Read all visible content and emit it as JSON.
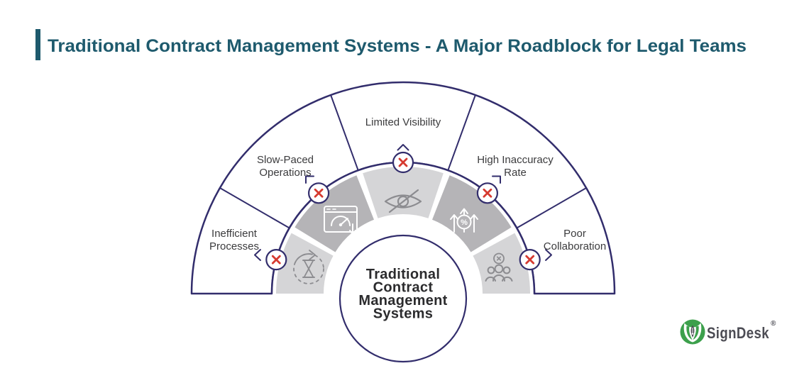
{
  "title": "Traditional Contract Management Systems - A Major Roadblock for Legal Teams",
  "center_circle": {
    "line1": "Traditional",
    "line2": "Contract",
    "line3": "Management",
    "line4": "Systems"
  },
  "segments": [
    {
      "name": "inefficient-processes",
      "line1": "Inefficient",
      "line2": "Processes",
      "icon": "hourglass-refresh-icon"
    },
    {
      "name": "slow-paced-operations",
      "line1": "Slow-Paced",
      "line2": "Operations",
      "icon": "speedometer-window-icon"
    },
    {
      "name": "limited-visibility",
      "line1": "Limited Visibility",
      "line2": "",
      "icon": "eye-slash-icon"
    },
    {
      "name": "high-inaccuracy-rate",
      "line1": "High Inaccuracy",
      "line2": "Rate",
      "icon": "rising-arrows-percent-icon"
    },
    {
      "name": "poor-collaboration",
      "line1": "Poor",
      "line2": "Collaboration",
      "icon": "group-blocked-icon"
    }
  ],
  "icons": {
    "marker_glyph": "×",
    "percent_glyph": "%"
  },
  "logo": {
    "brand": "SignDesk",
    "registered_mark": "®"
  },
  "colors": {
    "accent_teal": "#1e5a6d",
    "outline_navy": "#322d6c",
    "error_red": "#d63a30",
    "wedge_light": "#d5d5d7",
    "wedge_dark": "#b5b4b7",
    "icon_gray": "#8c8c90",
    "logo_green": "#3ca04c"
  }
}
